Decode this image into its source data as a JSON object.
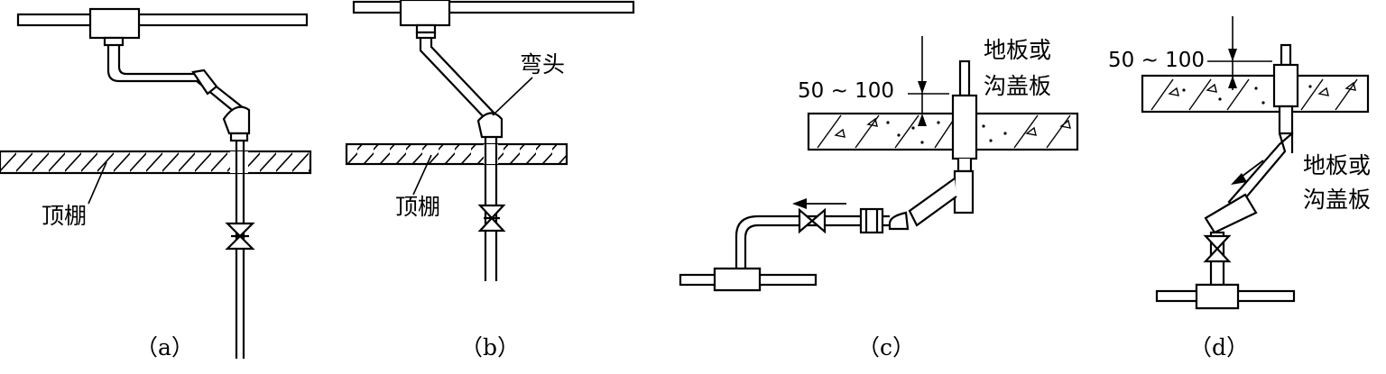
{
  "panels": [
    {
      "caption": "（a）",
      "ceiling_label": "顶棚"
    },
    {
      "caption": "（b）",
      "ceiling_label": "顶棚",
      "elbow_label": "弯头"
    },
    {
      "caption": "（c）",
      "floor_label_line1": "地板或",
      "floor_label_line2": "沟盖板",
      "dimension_text": "50 ~ 100"
    },
    {
      "caption": "（d）",
      "floor_label_line1": "地板或",
      "floor_label_line2": "沟盖板",
      "dimension_text": "50 ~ 100"
    }
  ],
  "colors": {
    "line": "#000000",
    "background": "#ffffff"
  }
}
